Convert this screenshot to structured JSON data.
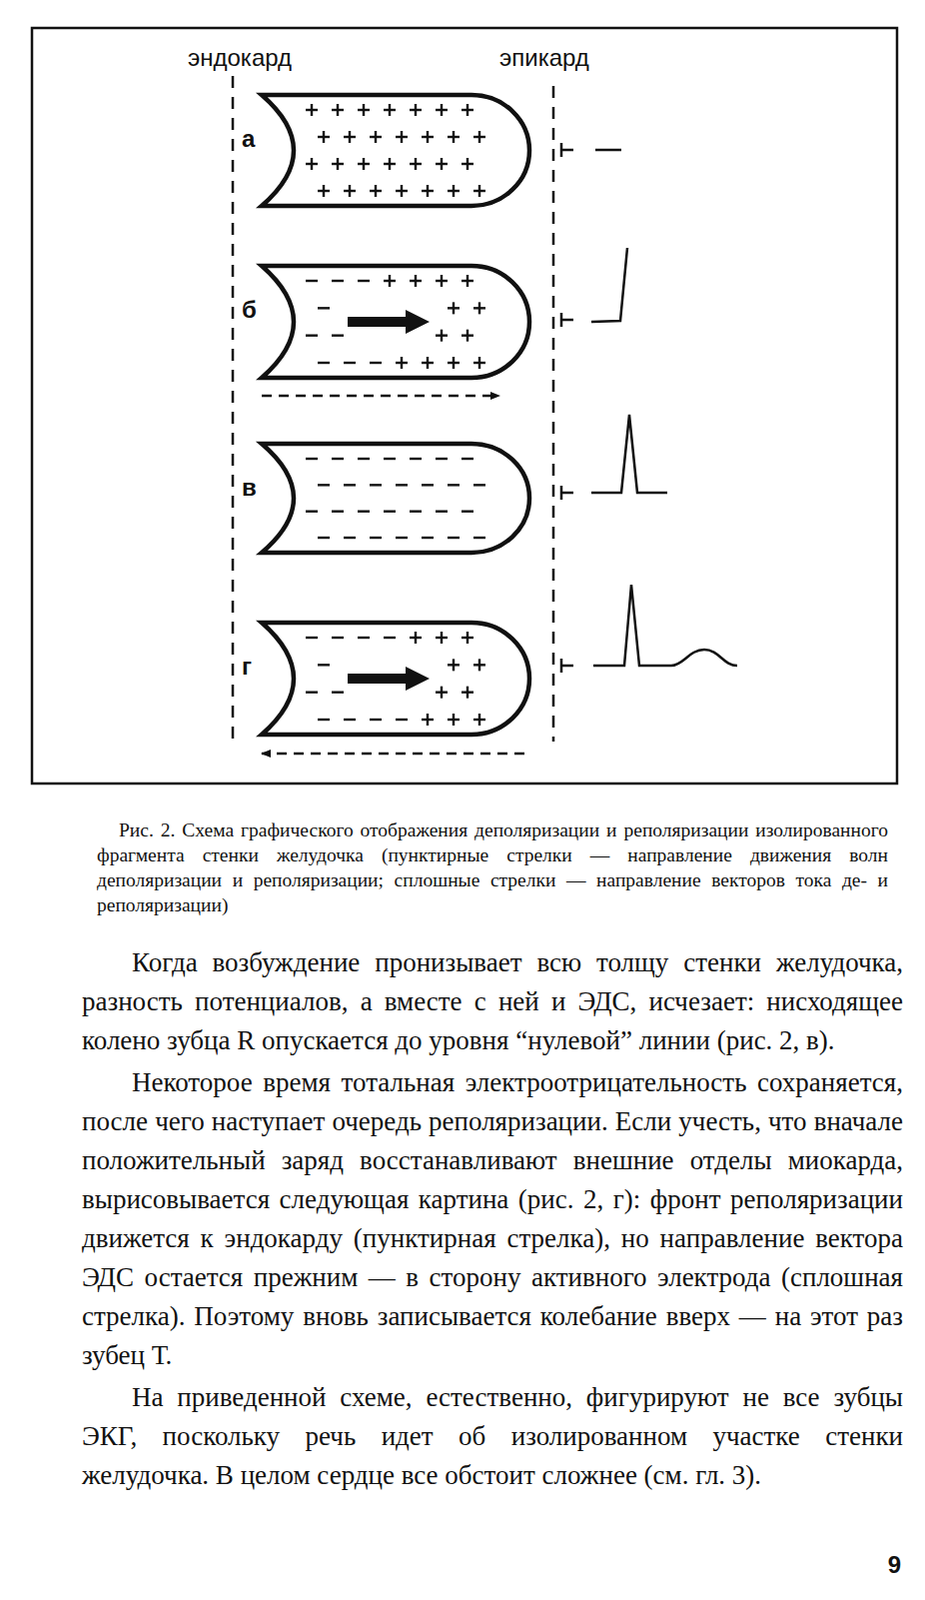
{
  "diagram": {
    "caption": "Рис. 2. Схема графического отображения деполяризации и реполяризации изолированного фрагмента стенки желудочка (пунктирные стрелки — направление движения волн деполяризации и реполяризации; сплошные стрелки — направление векторов тока де- и реполяризации)",
    "nodes": [
      {
        "text": [
          "а"
        ]
      },
      {
        "text": [
          "б"
        ]
      },
      {
        "text": [
          "в"
        ]
      },
      {
        "text": [
          "г"
        ]
      }
    ],
    "labels": [
      "эндокард",
      "эпикард",
      "Когда возбуждение пронизывает всю толщу стенки желудочка, разность потенциалов, а вместе с ней и ЭДС, исчезает: нисходящее колено зубца R опускается до уровня “нулевой” линии (рис. 2, в).",
      "Некоторое время тотальная электроотрицательность сохраняется, после чего наступает очередь реполяризации. Если учесть, что вначале положительный заряд восстанавливают внешние отделы миокарда, вырисовывается следующая картина (рис. 2, г): фронт реполяризации движется к эндокарду (пунктирная стрелка), но направление вектора ЭДС остается прежним — в сторону активного электрода (сплошная стрелка). Поэтому вновь записывается колебание вверх — на этот раз зубец Т.",
      "На приведенной схеме, естественно, фигурируют не все зубцы ЭКГ, поскольку речь идет об изолированном участке стенки желудочка. В целом сердце все обстоит сложнее (см. гл. 3).",
      "9"
    ]
  }
}
